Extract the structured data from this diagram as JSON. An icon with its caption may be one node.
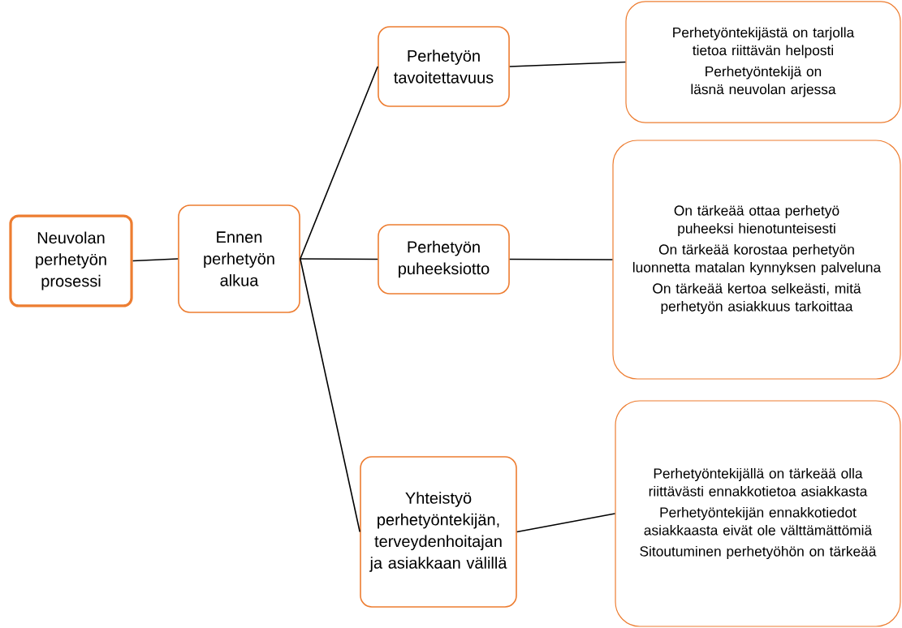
{
  "diagram": {
    "nodes": [
      {
        "text": [
          "Neuvolan perhetyön prosessi"
        ]
      },
      {
        "text": [
          "Ennen perhetyön alkua"
        ]
      },
      {
        "text": [
          "Perhetyön tavoitettavuus"
        ]
      },
      {
        "text": [
          "Perhetyön puheeksiotto"
        ]
      },
      {
        "text": [
          "Yhteistyö perhetyöntekijän, terveydenhoitajan ja asiakkaan välillä"
        ]
      },
      {
        "text": [
          "Perhetyöntekijästä on tarjolla tietoa riittävän helposti",
          "Perhetyöntekijä on läsnä neuvolan arjessa"
        ]
      },
      {
        "text": [
          "On tärkeää ottaa perhetyö puheeksi hienotunteisesti",
          "On tärkeää korostaa perhetyön luonnetta matalan kynnyksen palveluna",
          "On tärkeää kertoa selkeästi, mitä perhetyön asiakkuus tarkoittaa"
        ]
      },
      {
        "text": [
          "Perhetyöntekijällä on tärkeää olla riittävästi ennakkotietoa asiakkasta",
          "Perhetyöntekijän ennakkotiedot asiakkaasta eivät ole välttämättömiä",
          "Sitoutuminen perhetyöhön on tärkeää"
        ]
      }
    ],
    "edges": [
      {
        "from": 0,
        "to": 1,
        "arrow": "none"
      },
      {
        "from": 1,
        "to": 2,
        "arrow": "none"
      },
      {
        "from": 1,
        "to": 3,
        "arrow": "none"
      },
      {
        "from": 1,
        "to": 4,
        "arrow": "none"
      },
      {
        "from": 2,
        "to": 5,
        "arrow": "none"
      },
      {
        "from": 3,
        "to": 6,
        "arrow": "none"
      },
      {
        "from": 4,
        "to": 7,
        "arrow": "none"
      }
    ]
  }
}
